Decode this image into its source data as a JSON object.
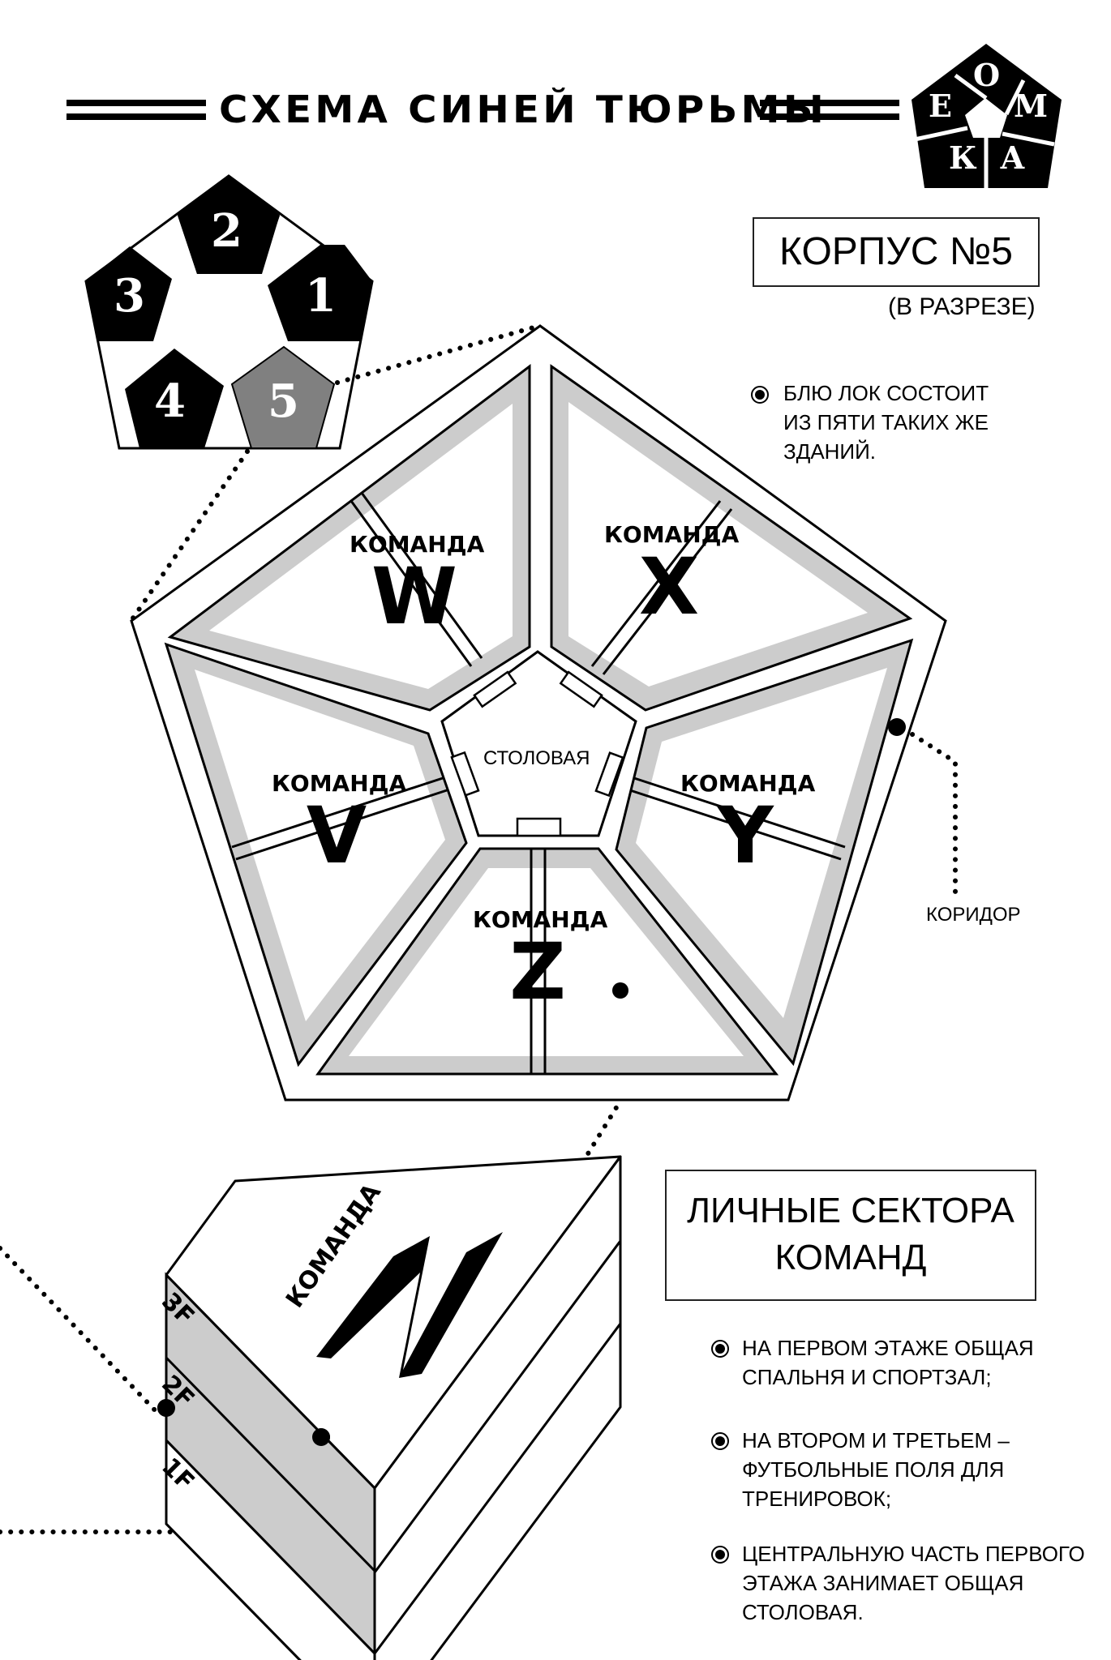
{
  "header": {
    "title": "СХЕМА СИНЕЙ ТЮРЬМЫ",
    "logo_letters": [
      "О",
      "М",
      "А",
      "К",
      "Е"
    ]
  },
  "mini_map": {
    "blocks": [
      "1",
      "2",
      "3",
      "4",
      "5"
    ],
    "highlighted": "5",
    "highlight_color": "#808080"
  },
  "building": {
    "title": "КОРПУС №5",
    "subtitle": "(В РАЗРЕЗЕ)",
    "note": "БЛЮ ЛОК СОСТОИТ ИЗ ПЯТИ ТАКИХ ЖЕ ЗДАНИЙ.",
    "note_lines": [
      "БЛЮ ЛОК СОСТОИТ",
      "ИЗ ПЯТИ ТАКИХ ЖЕ",
      "ЗДАНИЙ."
    ],
    "center_label": "СТОЛОВАЯ",
    "corridor_label": "КОРИДОР",
    "team_word": "КОМАНДА",
    "teams": [
      {
        "letter": "W"
      },
      {
        "letter": "X"
      },
      {
        "letter": "Y"
      },
      {
        "letter": "Z"
      },
      {
        "letter": "V"
      }
    ],
    "room_band_color": "#cccccc"
  },
  "sector": {
    "team_word": "КОМАНДА",
    "team_letter": "Z",
    "floors": [
      "3F",
      "2F",
      "1F"
    ],
    "floor_color": "#cccccc",
    "title_lines": [
      "ЛИЧНЫЕ СЕКТОРА",
      "КОМАНД"
    ],
    "bullets": [
      {
        "lines": [
          "НА ПЕРВОМ ЭТАЖЕ ОБЩАЯ",
          "СПАЛЬНЯ И СПОРТЗАЛ;"
        ]
      },
      {
        "lines": [
          "НА ВТОРОМ И ТРЕТЬЕМ –",
          "ФУТБОЛЬНЫЕ ПОЛЯ ДЛЯ",
          "ТРЕНИРОВОК;"
        ]
      },
      {
        "lines": [
          "ЦЕНТРАЛЬНУЮ ЧАСТЬ ПЕРВОГО",
          "ЭТАЖА ЗАНИМАЕТ ОБЩАЯ",
          "СТОЛОВАЯ."
        ]
      }
    ]
  }
}
